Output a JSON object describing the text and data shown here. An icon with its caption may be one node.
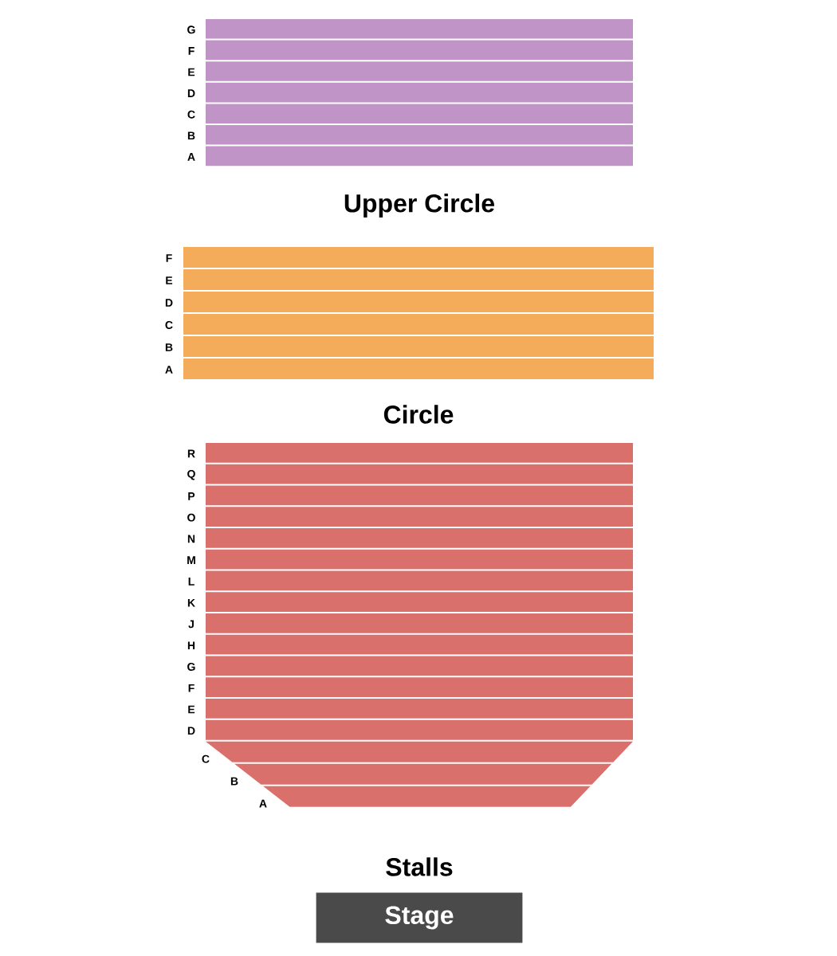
{
  "diagram": {
    "nodes": [
      {
        "text": [
          "Upper Circle"
        ]
      },
      {
        "text": [
          "Circle"
        ]
      },
      {
        "text": [
          "Stalls"
        ]
      },
      {
        "text": [
          "Stage"
        ]
      }
    ],
    "edges": [],
    "labels": [
      "G",
      "F",
      "E",
      "D",
      "C",
      "B",
      "A",
      "F",
      "E",
      "D",
      "C",
      "B",
      "A",
      "R",
      "Q",
      "P",
      "O",
      "N",
      "M",
      "L",
      "K",
      "J",
      "H",
      "G",
      "F",
      "E",
      "D",
      "C",
      "B",
      "A"
    ]
  }
}
